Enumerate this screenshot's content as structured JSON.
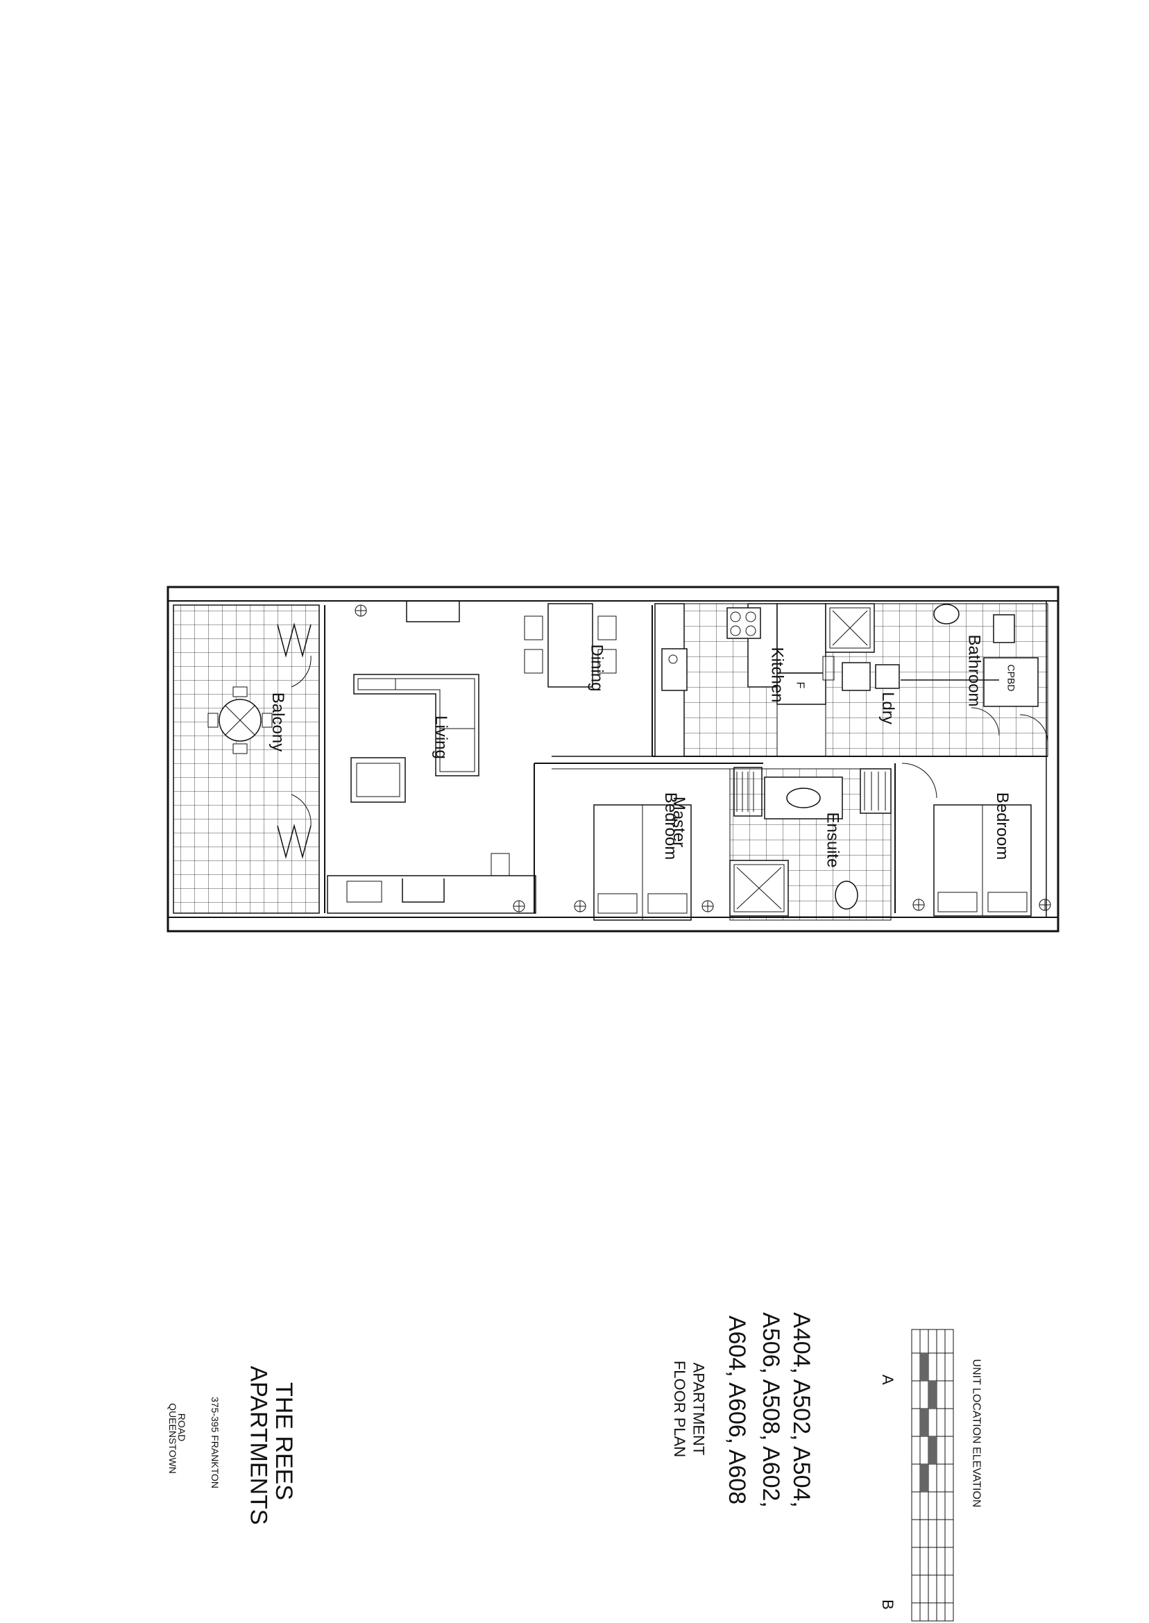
{
  "rooms": {
    "balcony": "Balcony",
    "living": "Living",
    "dining": "Dining",
    "kitchen": "Kitchen",
    "fridge": "F",
    "laundry": "Ldry",
    "bathroom": "Bathroom",
    "cupboard": "CPBD",
    "ensuite": "Ensuite",
    "master_bedroom_line1": "Master",
    "master_bedroom_line2": "Bedroom",
    "bedroom": "Bedroom"
  },
  "unit_location": {
    "heading": "UNIT LOCATION ELEVATION",
    "side_a": "A",
    "side_b": "B"
  },
  "units": {
    "line1": "A404, A502, A504,",
    "line2": "A506, A508, A602,",
    "line3": "A604, A606, A608"
  },
  "plan_type": {
    "line1": "APARTMENT",
    "line2": "FLOOR PLAN"
  },
  "project": {
    "name_line1": "THE REES",
    "name_line2": "APARTMENTS",
    "address_line1": "375-395 FRANKTON",
    "address_line2": "ROAD",
    "address_line3": "QUEENSTOWN"
  },
  "colors": {
    "ink": "#111111",
    "tile_fill": "#666666"
  }
}
